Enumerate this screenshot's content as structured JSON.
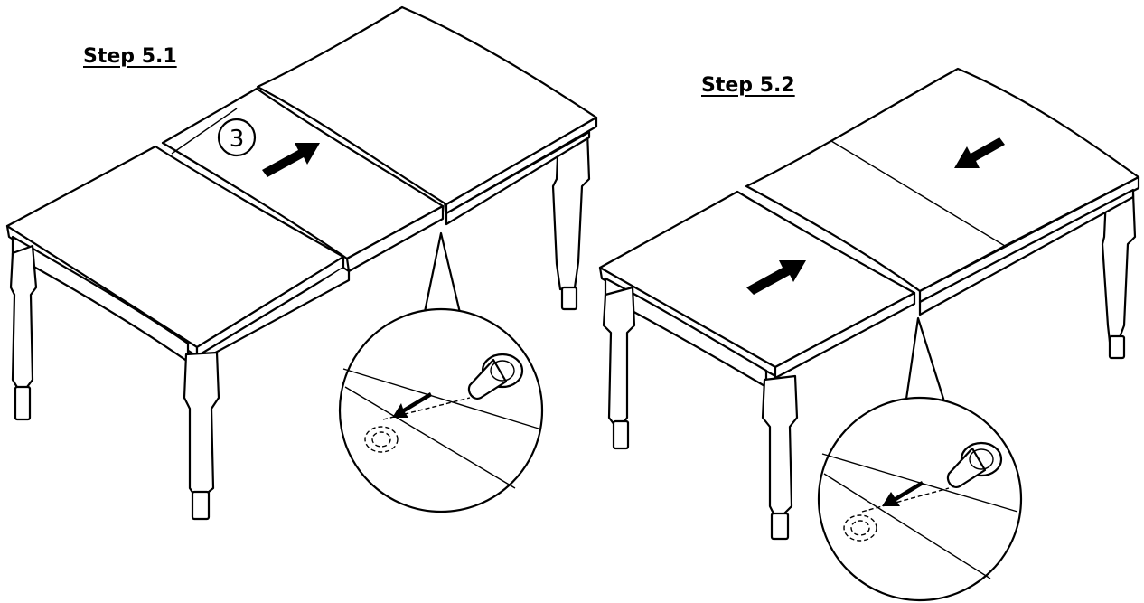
{
  "steps": [
    {
      "label": "Step 5.1",
      "leaf_number": "3"
    },
    {
      "label": "Step 5.2"
    }
  ],
  "colors": {
    "line": "#000000",
    "background": "#ffffff"
  },
  "icons": [
    "direction-arrow-icon",
    "dowel-pin-icon",
    "dowel-hole-icon"
  ]
}
